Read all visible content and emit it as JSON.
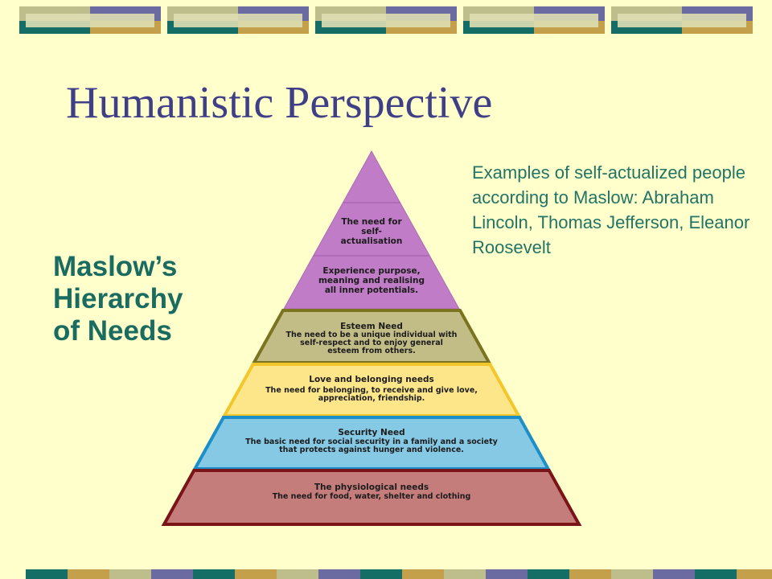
{
  "slide": {
    "title": "Humanistic Perspective",
    "side_heading": [
      "Maslow’s",
      "Hierarchy",
      "of Needs"
    ],
    "examples_text": "Examples of self-actualized people according to Maslow: Abraham Lincoln, Thomas Jefferson, Eleanor Roosevelt"
  },
  "pyramid": {
    "levels": [
      {
        "heading": "",
        "lines": [
          "The need for",
          "self-",
          "actualisation"
        ],
        "fill": "#c07cc6",
        "stroke": "#c07cc6"
      },
      {
        "heading": "",
        "lines": [
          "Experience purpose,",
          "meaning and realising",
          "all inner potentials."
        ],
        "fill": "#c07cc6",
        "stroke": "#c07cc6"
      },
      {
        "heading": "Esteem Need",
        "lines": [
          "The need to be a unique individual with",
          "self-respect and to enjoy general",
          "esteem from others."
        ],
        "fill": "#c2bc86",
        "stroke": "#7a7420"
      },
      {
        "heading": "Love and belonging needs",
        "lines": [
          "The need for belonging, to receive and give love,",
          "appreciation, friendship."
        ],
        "fill": "#fde68a",
        "stroke": "#f3c72c"
      },
      {
        "heading": "Security Need",
        "lines": [
          "The basic need for social security in a family and a society",
          "that protects against hunger and violence."
        ],
        "fill": "#86c9e4",
        "stroke": "#1d8fc8"
      },
      {
        "heading": "The physiological needs",
        "lines": [
          "The need for food, water, shelter and clothing"
        ],
        "fill": "#c57d7b",
        "stroke": "#7a1418"
      }
    ]
  },
  "colors": {
    "background": "#ffffcc",
    "title": "#3f3f88",
    "teal": "#1a6b60",
    "band_olive": "#bebe8c",
    "band_navy": "#6b6ba2",
    "band_teal": "#146e66",
    "band_gold": "#c4a04a"
  }
}
